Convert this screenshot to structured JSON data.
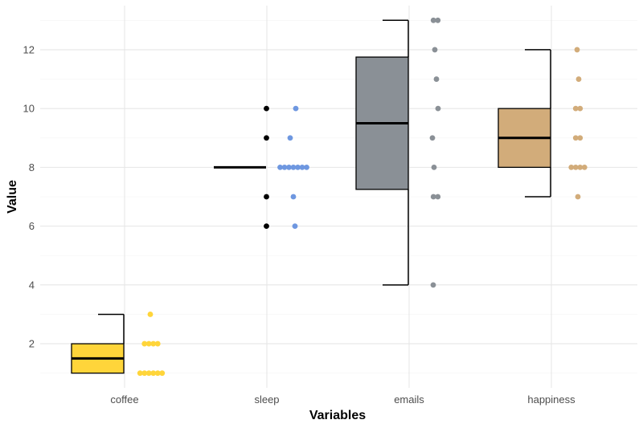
{
  "chart_data": {
    "type": "boxplot",
    "title": "",
    "xlabel": "Variables",
    "ylabel": "Value",
    "ylim": [
      0.5,
      13.5
    ],
    "yticks": [
      2,
      4,
      6,
      8,
      10,
      12
    ],
    "grid": true,
    "categories": [
      "coffee",
      "sleep",
      "emails",
      "happiness"
    ],
    "series": [
      {
        "category": "coffee",
        "color": "#FFD53A",
        "box": {
          "q1": 1,
          "median": 1.5,
          "q3": 2,
          "whisker_low": 1,
          "whisker_high": 3
        },
        "outliers": [],
        "points": [
          1,
          1,
          1,
          1,
          1,
          1,
          2,
          2,
          2,
          2,
          3
        ]
      },
      {
        "category": "sleep",
        "color": "#6E97E0",
        "box": {
          "q1": 8,
          "median": 8,
          "q3": 8,
          "whisker_low": 8,
          "whisker_high": 8
        },
        "outliers": [
          6,
          7,
          9,
          10
        ],
        "points": [
          6,
          7,
          8,
          8,
          8,
          8,
          8,
          8,
          8,
          9,
          10
        ]
      },
      {
        "category": "emails",
        "color": "#8A9096",
        "box": {
          "q1": 7.25,
          "median": 9.5,
          "q3": 11.75,
          "whisker_low": 4,
          "whisker_high": 13
        },
        "outliers": [],
        "points": [
          4,
          7,
          7,
          8,
          9,
          10,
          11,
          12,
          13,
          13
        ]
      },
      {
        "category": "happiness",
        "color": "#D2AC7A",
        "box": {
          "q1": 8,
          "median": 9,
          "q3": 10,
          "whisker_low": 7,
          "whisker_high": 12
        },
        "outliers": [],
        "points": [
          7,
          8,
          8,
          8,
          8,
          9,
          9,
          10,
          10,
          11,
          12
        ]
      }
    ]
  }
}
